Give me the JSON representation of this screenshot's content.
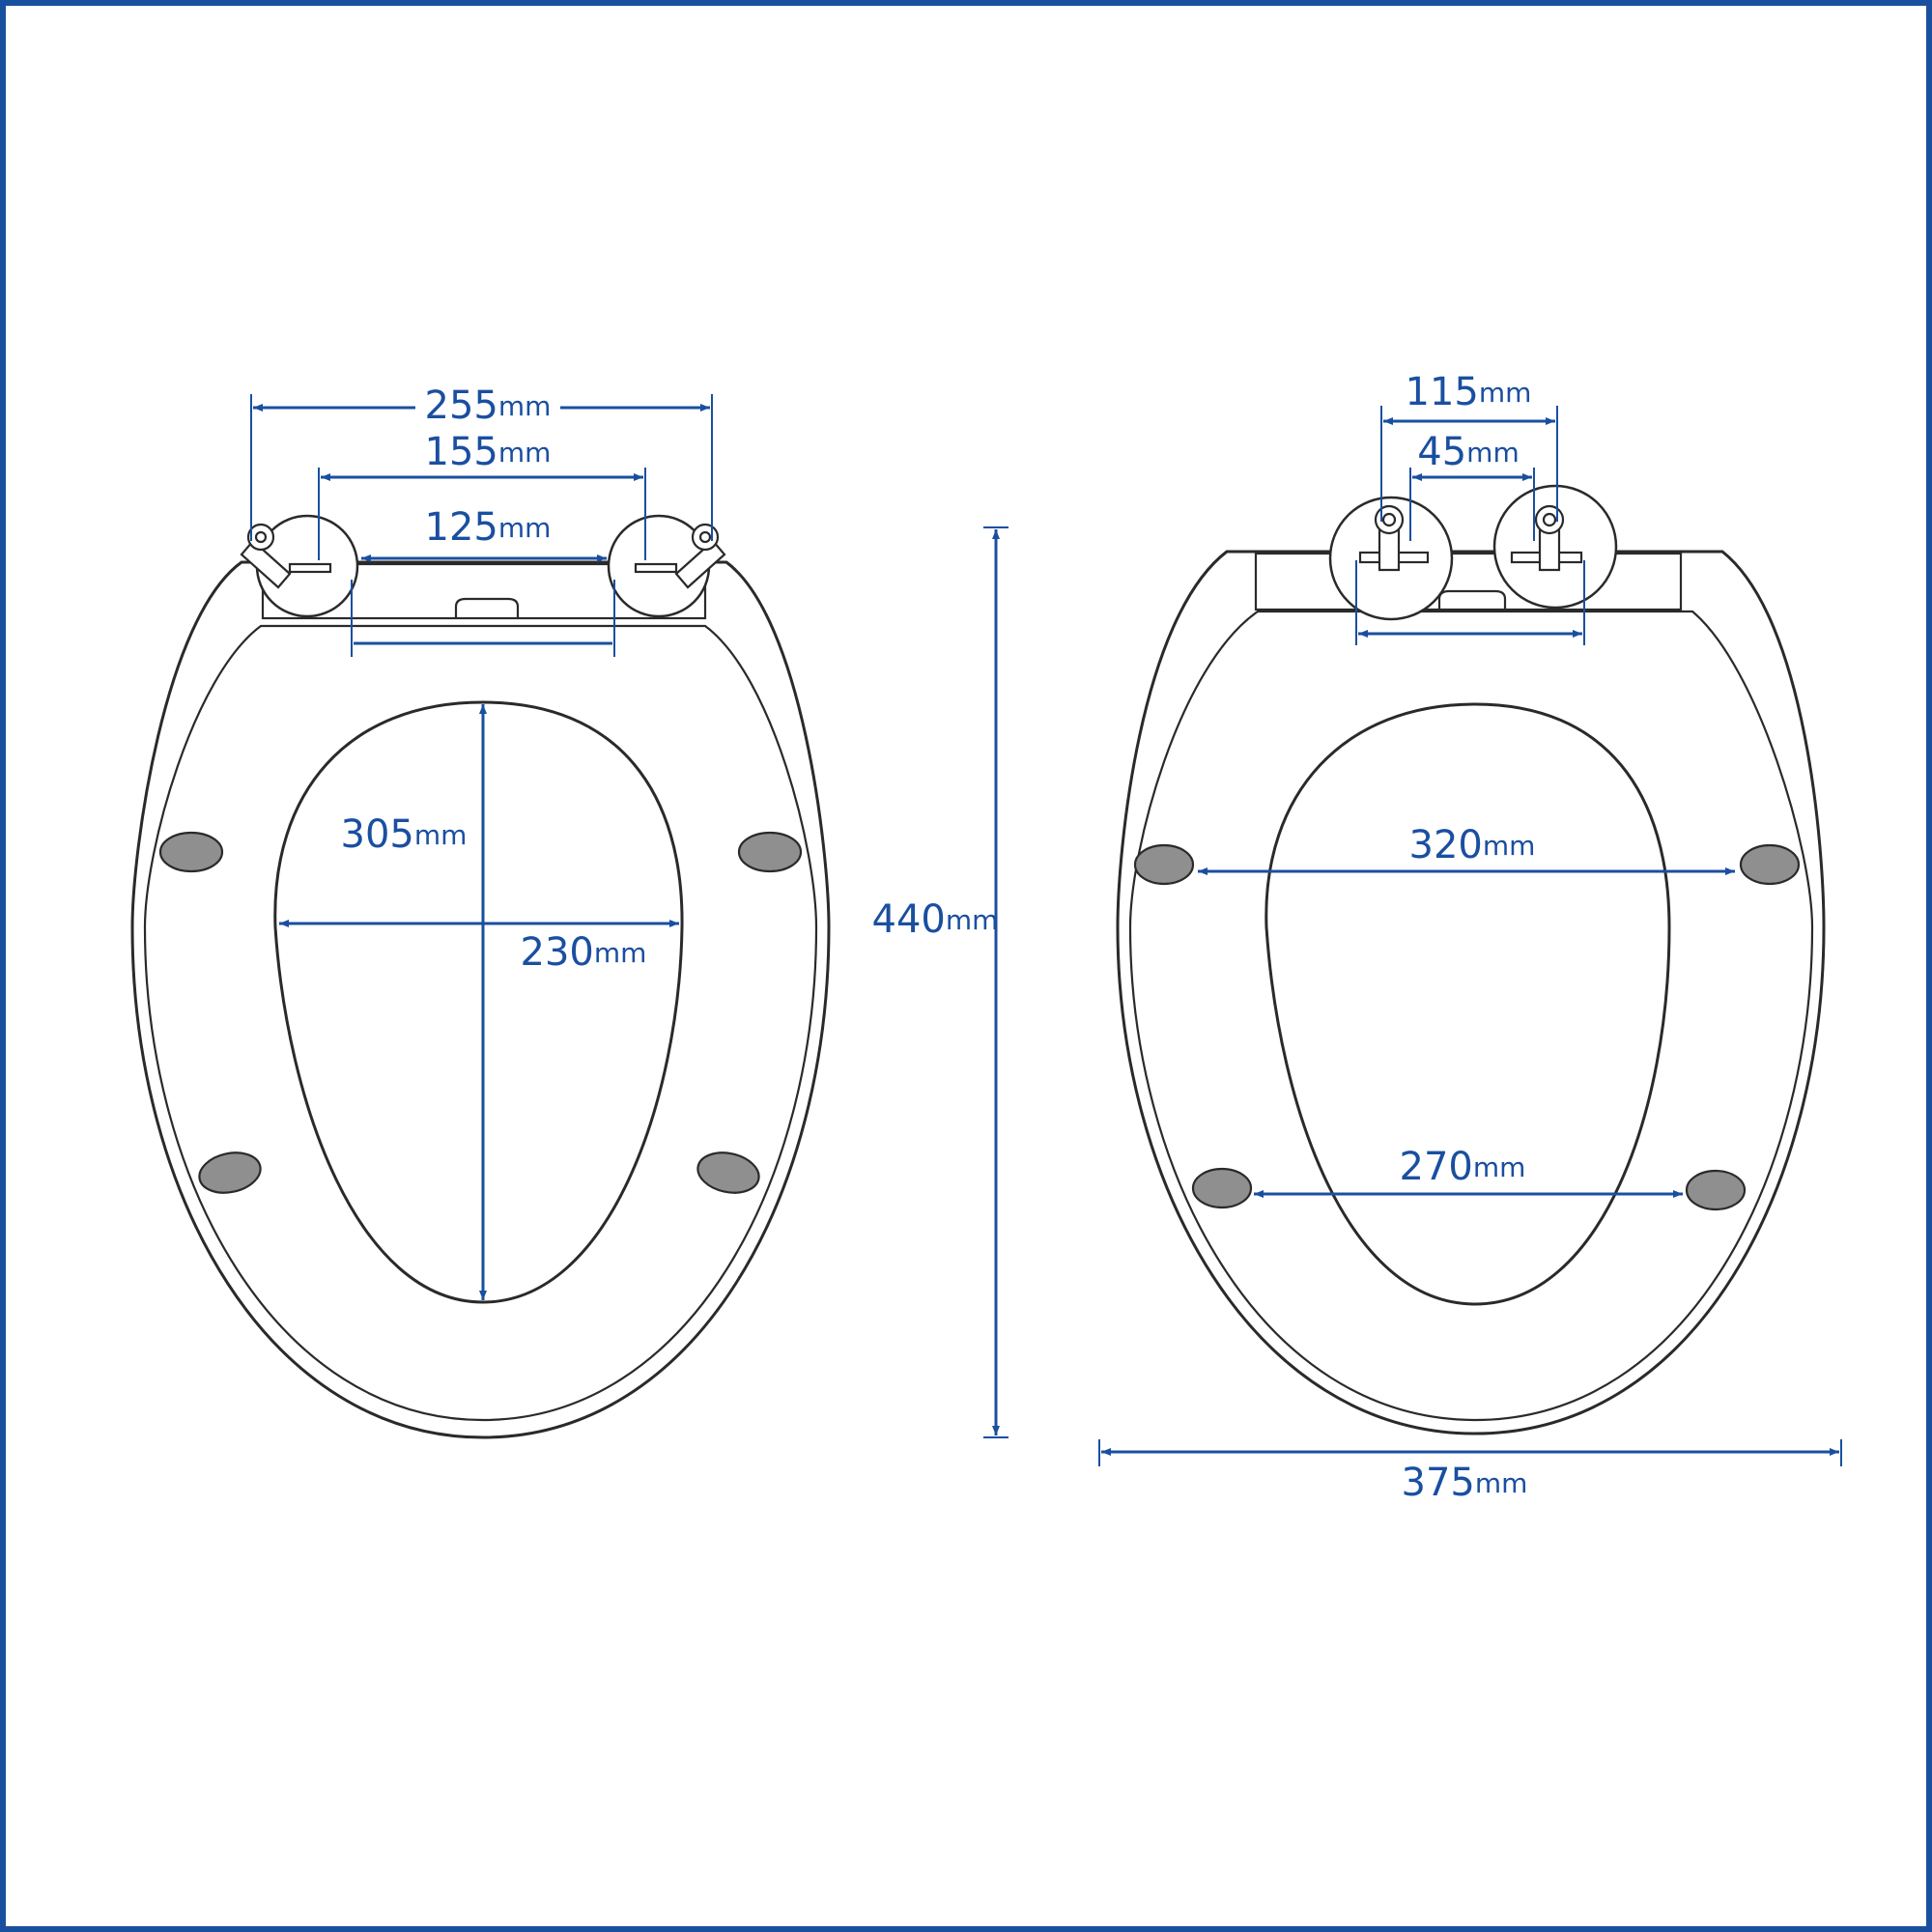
{
  "colors": {
    "dimension": "#1a4fa0",
    "outline": "#2a2a2a",
    "bumper": "#8f8f8f",
    "frame": "#1a4fa0"
  },
  "left_view": {
    "dim_255": {
      "value": "255",
      "unit": "mm"
    },
    "dim_155": {
      "value": "155",
      "unit": "mm"
    },
    "dim_125": {
      "value": "125",
      "unit": "mm"
    },
    "dim_305": {
      "value": "305",
      "unit": "mm"
    },
    "dim_230": {
      "value": "230",
      "unit": "mm"
    }
  },
  "center": {
    "dim_440": {
      "value": "440",
      "unit": "mm"
    }
  },
  "right_view": {
    "dim_115": {
      "value": "115",
      "unit": "mm"
    },
    "dim_45": {
      "value": "45",
      "unit": "mm"
    },
    "dim_320": {
      "value": "320",
      "unit": "mm"
    },
    "dim_270": {
      "value": "270",
      "unit": "mm"
    },
    "dim_375": {
      "value": "375",
      "unit": "mm"
    }
  }
}
